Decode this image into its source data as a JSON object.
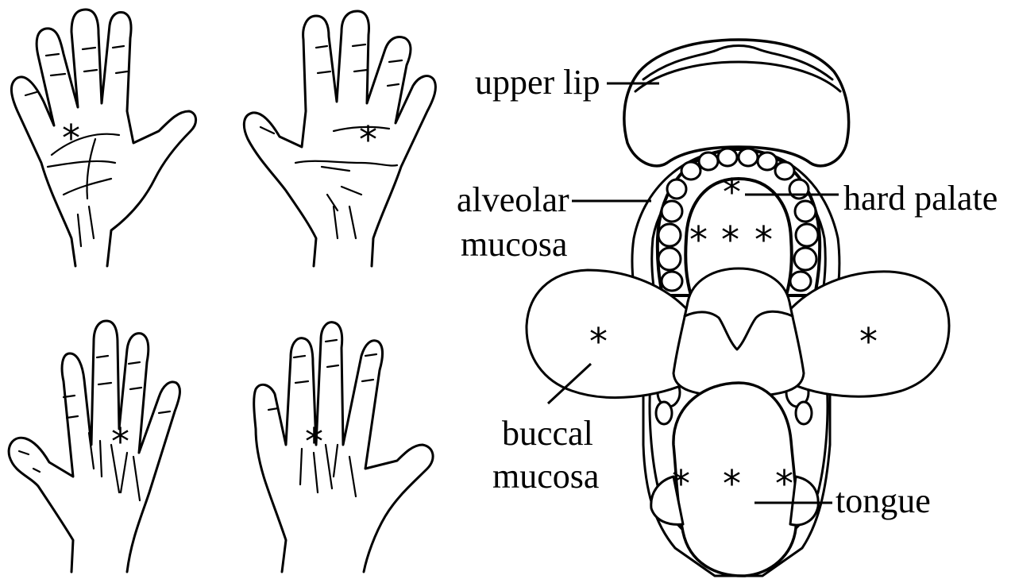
{
  "hands": {
    "marker": "*"
  },
  "mouth": {
    "marker": "*",
    "labels": {
      "upper_lip": "upper lip",
      "alveolar_line1": "alveolar",
      "alveolar_line2": "mucosa",
      "hard_palate": "hard palate",
      "buccal_line1": "buccal",
      "buccal_line2": "mucosa",
      "tongue": "tongue"
    }
  }
}
